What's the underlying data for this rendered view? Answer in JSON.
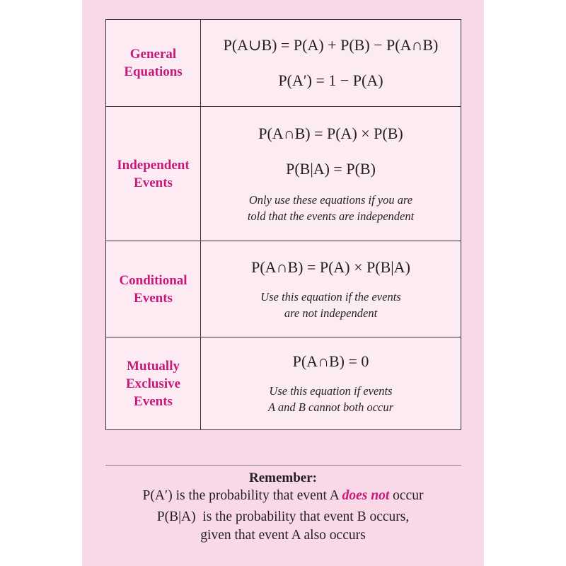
{
  "colors": {
    "background": "#ffffff",
    "panel": "#f9d9e8",
    "table_fill": "#fdebf4",
    "accent": "#c8197a",
    "border": "#3a3335",
    "text": "#231f20"
  },
  "table": {
    "rows": [
      {
        "label_lines": [
          "General",
          "Equations"
        ],
        "equations": [
          "P(A∪B) = P(A) + P(B) − P(A∩B)",
          "P(A′) = 1 − P(A)"
        ],
        "note_lines": []
      },
      {
        "label_lines": [
          "Independent",
          "Events"
        ],
        "equations": [
          "P(A∩B) = P(A) × P(B)",
          "P(B|A) = P(B)"
        ],
        "note_lines": [
          "Only use these equations if you are",
          "told that the events are independent"
        ]
      },
      {
        "label_lines": [
          "Conditional",
          "Events"
        ],
        "equations": [
          "P(A∩B) = P(A) × P(B|A)"
        ],
        "note_lines": [
          "Use this equation if the events",
          "are not independent"
        ]
      },
      {
        "label_lines": [
          "Mutually",
          "Exclusive",
          "Events"
        ],
        "equations": [
          "P(A∩B) = 0"
        ],
        "note_lines": [
          "Use this equation if events",
          "A and B cannot both occur"
        ]
      }
    ]
  },
  "remember": {
    "title": "Remember:",
    "line1_prefix": "P(A′)",
    "line1_mid": " is the probability that event A ",
    "line1_emphasis": "does not",
    "line1_suffix": " occur",
    "line2_prefix": "P(B|A)",
    "line2_rest": "  is the probability that event B occurs,",
    "line3": "given that event A also occurs"
  }
}
